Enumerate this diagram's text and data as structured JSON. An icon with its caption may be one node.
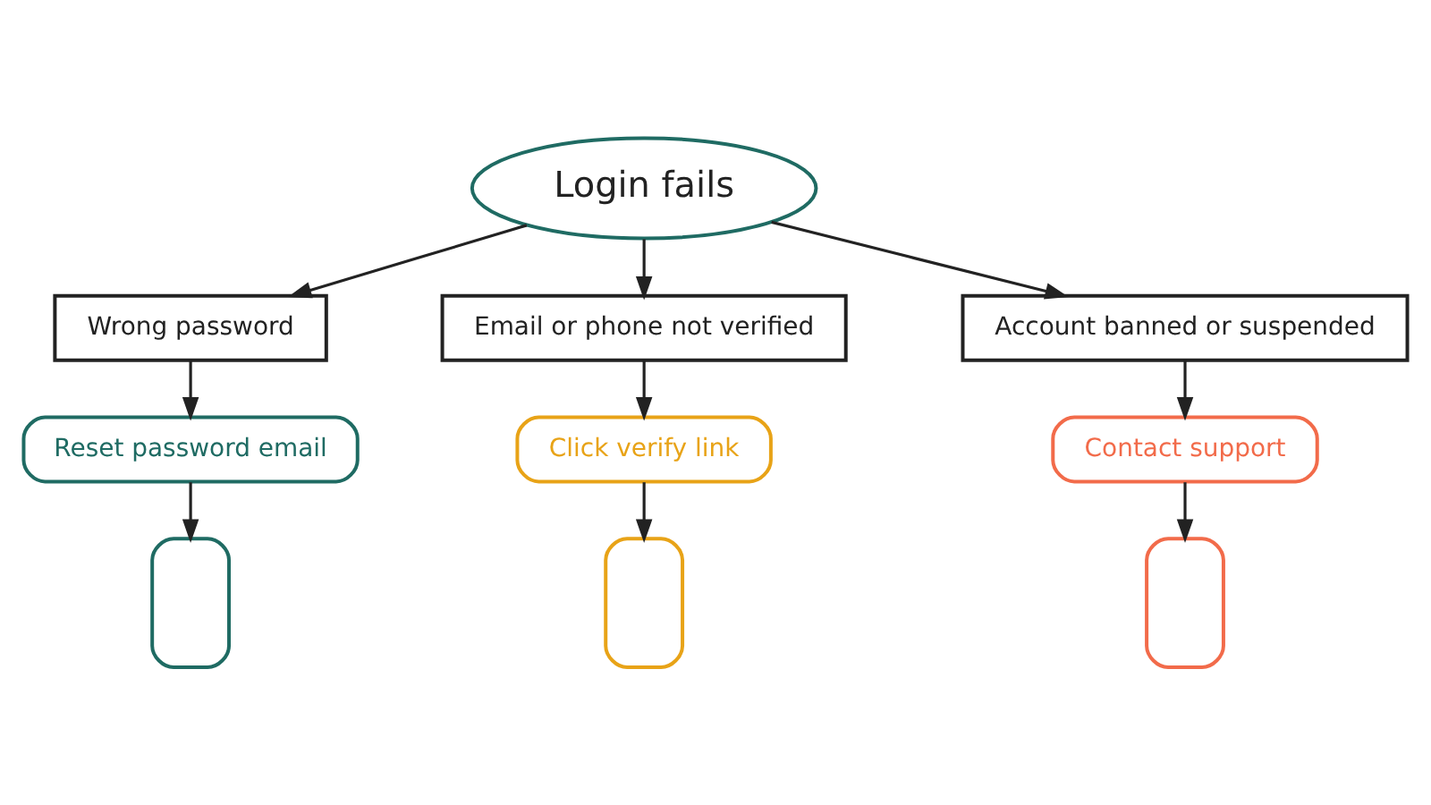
{
  "diagram": {
    "nodes": [
      {
        "text": [
          "Login fails"
        ]
      },
      {
        "text": [
          "Wrong password"
        ]
      },
      {
        "text": [
          "Email or phone not verified"
        ]
      },
      {
        "text": [
          "Account banned or suspended"
        ]
      },
      {
        "text": [
          "Reset password email"
        ]
      },
      {
        "text": [
          "Click verify link"
        ]
      },
      {
        "text": [
          "Contact support"
        ]
      },
      {
        "text": [],
        "shape": "phone"
      },
      {
        "text": [],
        "shape": "phone"
      },
      {
        "text": [],
        "shape": "phone"
      }
    ],
    "edges": [
      {
        "from": 0,
        "to": 1,
        "arrow": "to"
      },
      {
        "from": 0,
        "to": 2,
        "arrow": "to"
      },
      {
        "from": 0,
        "to": 3,
        "arrow": "to"
      },
      {
        "from": 1,
        "to": 4,
        "arrow": "to"
      },
      {
        "from": 2,
        "to": 5,
        "arrow": "to"
      },
      {
        "from": 3,
        "to": 6,
        "arrow": "to"
      },
      {
        "from": 4,
        "to": 7,
        "arrow": "to"
      },
      {
        "from": 5,
        "to": 8,
        "arrow": "to"
      },
      {
        "from": 6,
        "to": 9,
        "arrow": "to"
      }
    ]
  }
}
